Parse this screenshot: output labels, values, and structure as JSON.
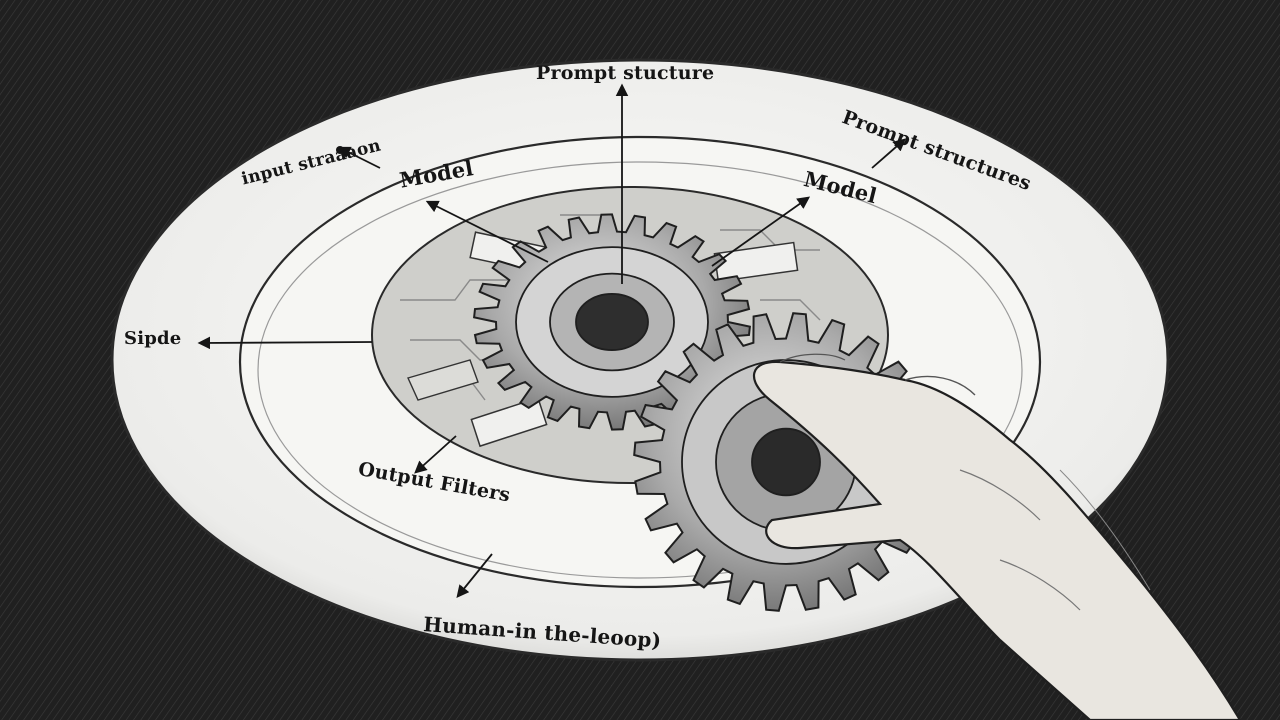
{
  "labels": {
    "prompt_top": "Prompt stucture",
    "prompt_right": "Prompt structures",
    "input": "input straaaon",
    "model_left": "Model",
    "model_right": "Model",
    "sipde": "Sipde",
    "output": "Output Filters",
    "human": "Human-in the-leoop)"
  },
  "colors": {
    "background": "#1c1c1c",
    "plate": "#f2f2ef",
    "ink": "#151515",
    "metal": "#bdbdbd"
  },
  "icons": [
    "gear-icon",
    "hand-icon"
  ]
}
